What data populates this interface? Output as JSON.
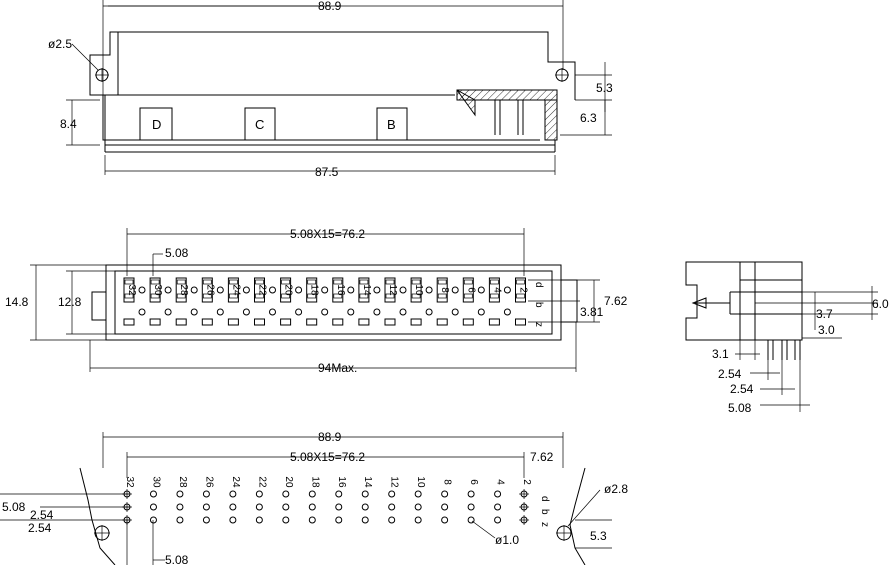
{
  "top_view": {
    "width_label": "88.9",
    "hole_dia_label": "ø2.5",
    "height_label": "8.4",
    "bottom_width_label": "87.5",
    "right_dim_1": "5.3",
    "right_dim_2": "6.3",
    "keys": [
      "D",
      "C",
      "B"
    ]
  },
  "front_view": {
    "pitch_label": "5.08X15=76.2",
    "pitch_single": "5.08",
    "height_outer": "14.8",
    "height_inner": "12.8",
    "max_width": "94Max.",
    "row_spacing": "7.62",
    "row_offset": "3.81",
    "row_letters": [
      "d",
      "b",
      "z"
    ],
    "pin_numbers": [
      "32",
      "30",
      "28",
      "26",
      "24",
      "22",
      "20",
      "18",
      "16",
      "14",
      "12",
      "10",
      "8",
      "6",
      "4",
      "2"
    ]
  },
  "side_view": {
    "dim_6_0": "6.0",
    "dim_3_7": "3.7",
    "dim_3_0": "3.0",
    "dim_3_1": "3.1",
    "dim_2_54_a": "2.54",
    "dim_2_54_b": "2.54",
    "dim_5_08": "5.08"
  },
  "bottom_view": {
    "width_label": "88.9",
    "pitch_label": "5.08X15=76.2",
    "right_pitch": "7.62",
    "hole_dia": "ø2.8",
    "pin_dia": "ø1.0",
    "left_5_08": "5.08",
    "left_2_54_a": "2.54",
    "left_2_54_b": "2.54",
    "bottom_5_08": "5.08",
    "right_5_3": "5.3",
    "row_letters": [
      "d",
      "b",
      "z"
    ],
    "pin_numbers": [
      "32",
      "30",
      "28",
      "26",
      "24",
      "22",
      "20",
      "18",
      "16",
      "14",
      "12",
      "10",
      "8",
      "6",
      "4",
      "2"
    ]
  }
}
